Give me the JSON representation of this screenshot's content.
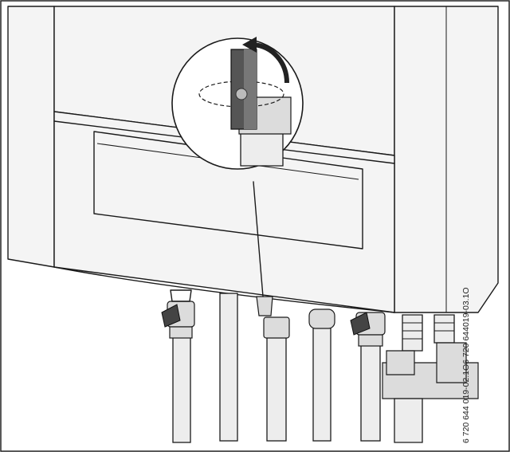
{
  "figure": {
    "reference_code": "6 720 644 019-02.1O6 720 644019-03.1O",
    "icons": [
      "boiler-housing",
      "front-cover",
      "detail-magnifier",
      "service-valve-handle",
      "rotate-arrow",
      "gas-valve",
      "connection-pipes",
      "condensate-siphon"
    ]
  }
}
